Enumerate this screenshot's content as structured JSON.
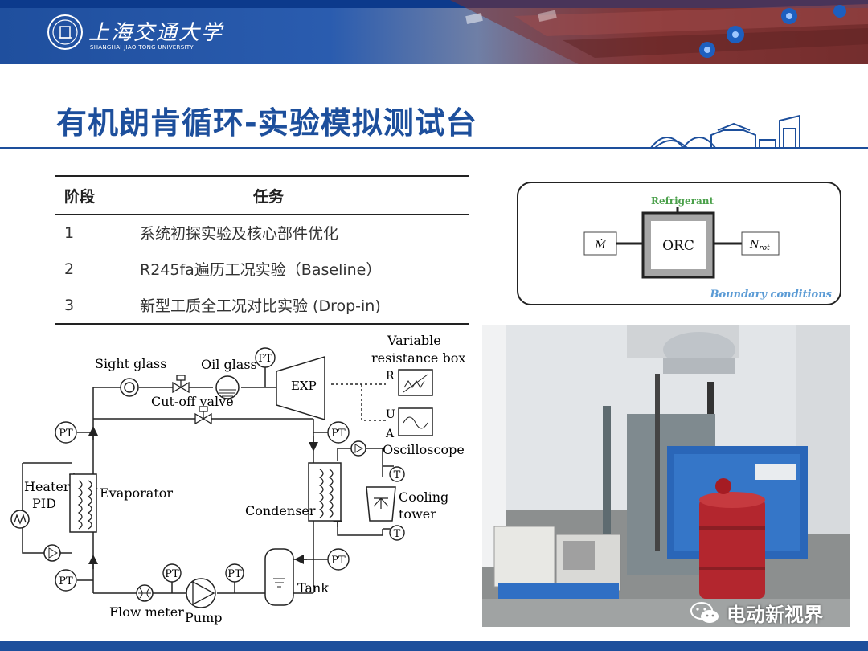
{
  "header": {
    "university_cn": "上海交通大学",
    "university_en": "SHANGHAI JIAO TONG UNIVERSITY"
  },
  "title": "有机朗肯循环-实验模拟测试台",
  "table": {
    "col1": "阶段",
    "col2": "任务",
    "rows": [
      {
        "stage": "1",
        "task": "系统初探实验及核心部件优化"
      },
      {
        "stage": "2",
        "task": "R245fa遍历工况实验（Baseline）"
      },
      {
        "stage": "3",
        "task": "新型工质全工况对比实验 (Drop-in)"
      }
    ]
  },
  "orc_diagram": {
    "refrigerant": "Refrigerant",
    "center": "ORC",
    "left_input": "Ṁ",
    "right_output": "N",
    "right_output_sub": "rot",
    "boundary": "Boundary conditions"
  },
  "schematic": {
    "sight_glass": "Sight glass",
    "oil_glass": "Oil glass",
    "pt": "PT",
    "t": "T",
    "exp": "EXP",
    "variable_box_1": "Variable",
    "variable_box_2": "resistance box",
    "r": "R",
    "u": "U",
    "a": "A",
    "oscilloscope": "Oscilloscope",
    "cutoff_valve": "Cut-off valve",
    "heater": "Heater",
    "pid": "PID",
    "evaporator": "Evaporator",
    "condenser": "Condenser",
    "cooling": "Cooling",
    "tower": "tower",
    "tank": "Tank",
    "flow_meter": "Flow meter",
    "pump": "Pump"
  },
  "watermark": "电动新视界",
  "colors": {
    "brand_blue": "#1d4f9c",
    "header_red": "#8a3a3a",
    "boundary_text": "#5b9bd5",
    "refrigerant_text": "#4aa04a"
  }
}
